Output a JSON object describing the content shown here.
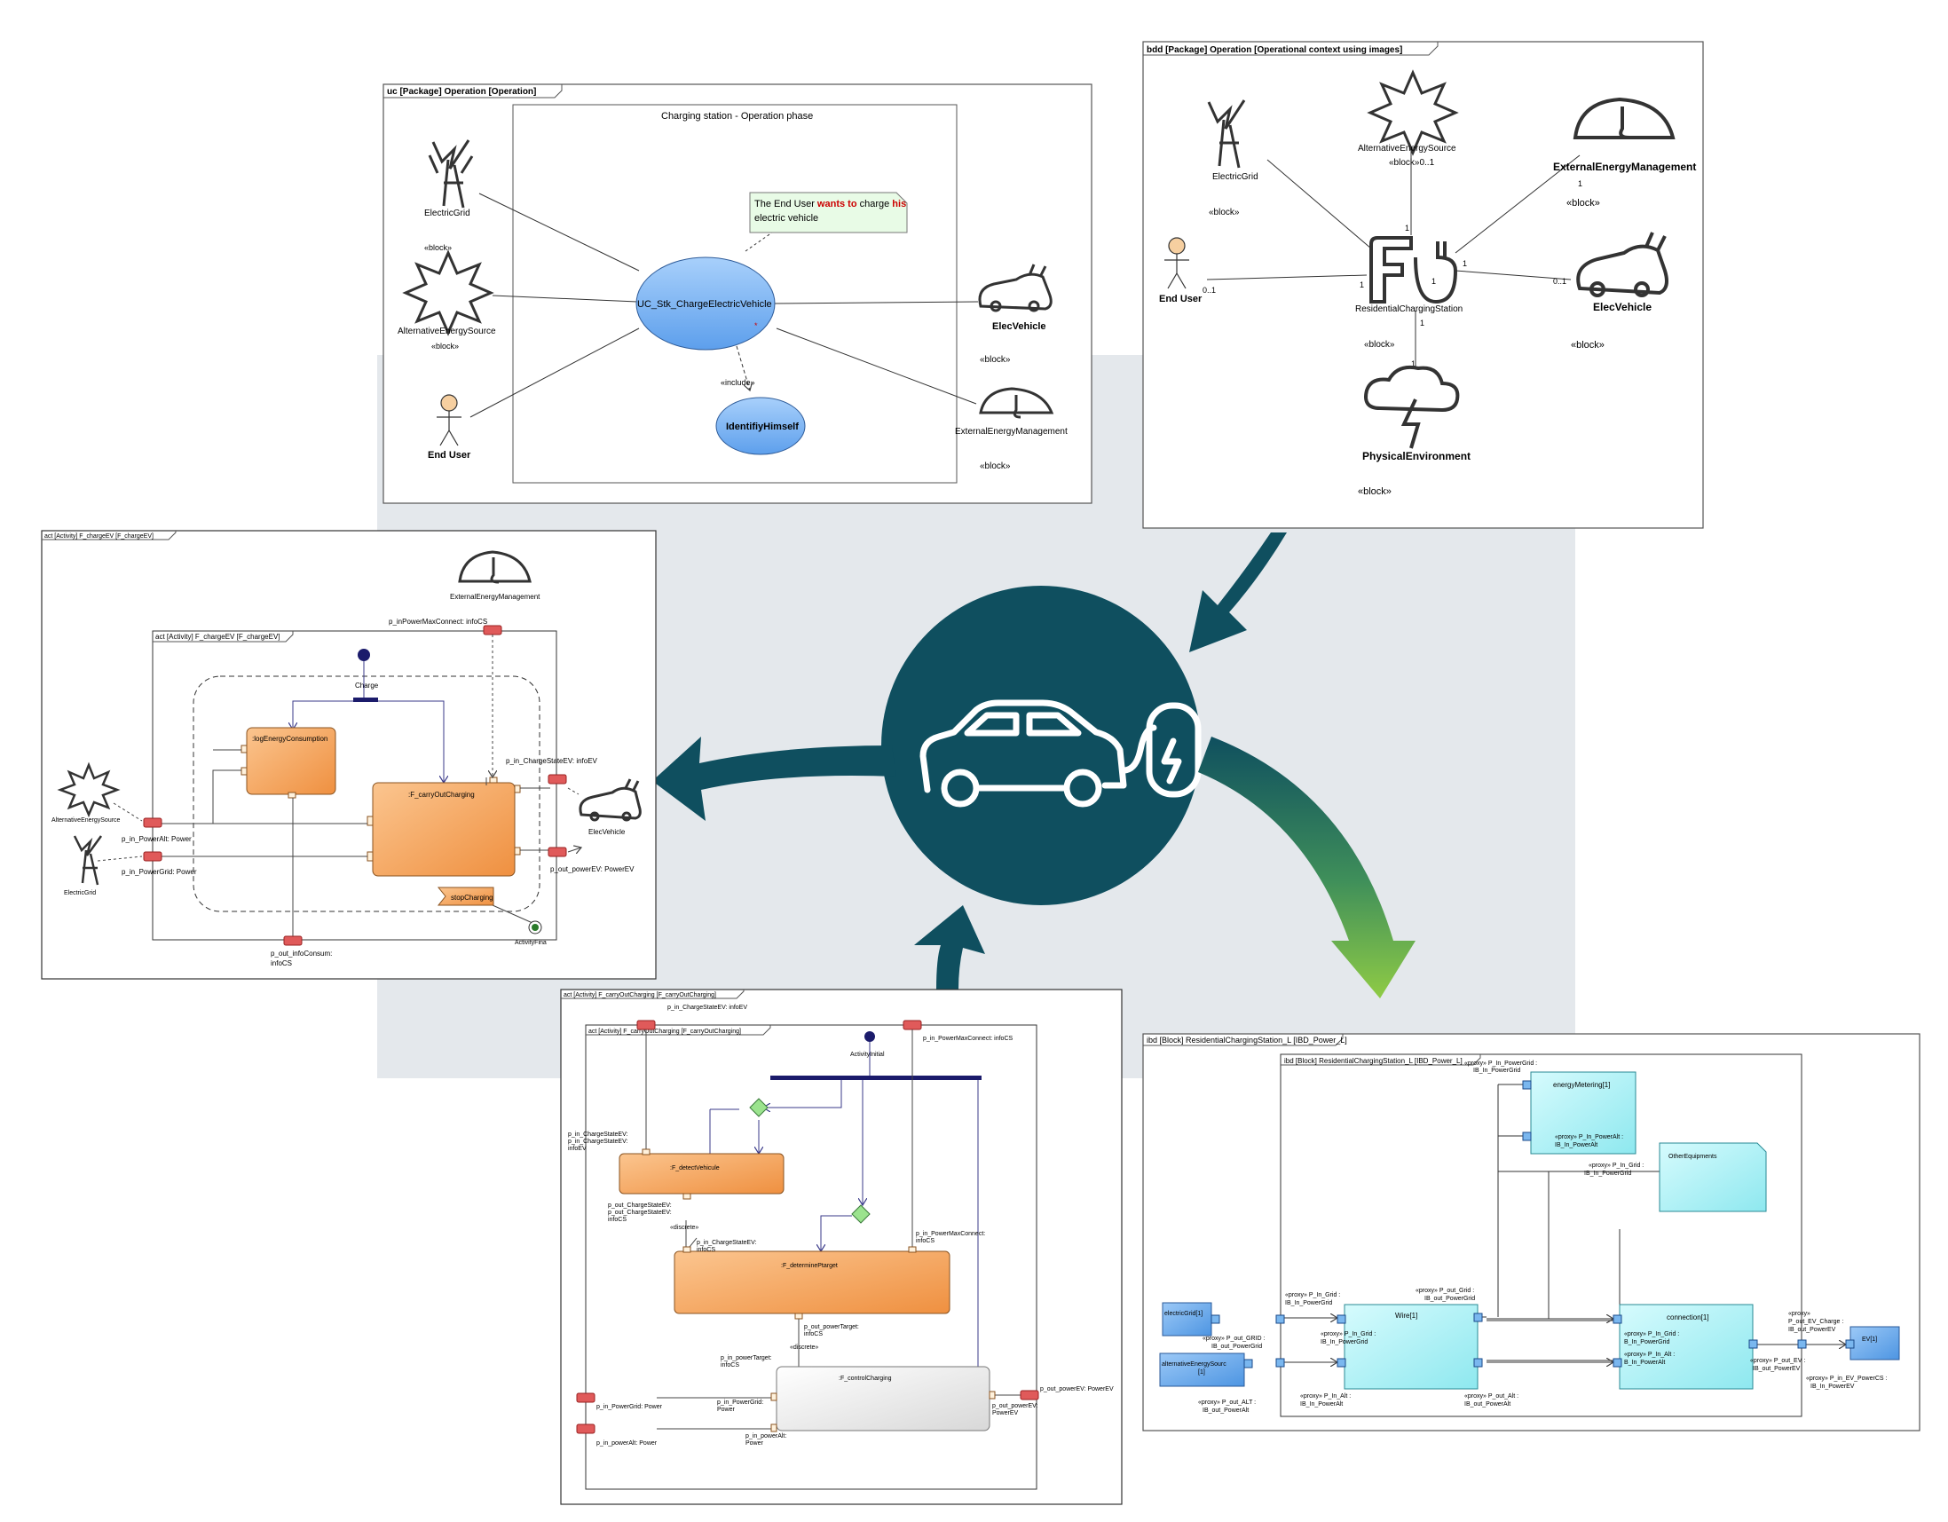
{
  "uc": {
    "frame": "uc [Package] Operation [Operation]",
    "boundary": "Charging station - Operation phase",
    "actors": {
      "grid": "ElectricGrid",
      "alt": "AlternativeEnergySource",
      "user": "End User",
      "ev": "ElecVehicle",
      "eem": "ExternalEnergyManagement"
    },
    "block": "«block»",
    "usecase_main": "UC_Stk_ChargeElectricVehicle",
    "usecase_sub": "IdentifiyHimself",
    "include": "«include»",
    "note": {
      "p1": "The End User ",
      "p2": "wants to",
      "p3": " charge ",
      "p4": "his",
      "p5": "electric vehicle"
    },
    "mark": "*"
  },
  "bdd": {
    "frame": "bdd [Package] Operation [Operational context using images]",
    "grid": "ElectricGrid",
    "alt": "AlternativeEnergySource",
    "eem": "ExternalEnergyManagement",
    "user": "End User",
    "station": "ResidentialChargingStation",
    "ev": "ElecVehicle",
    "env": "PhysicalEnvironment",
    "block": "«block»",
    "alt_block": "«block»0..1",
    "m1": "1",
    "m01": "0..1"
  },
  "act1": {
    "frame_outer": "act [Activity] F_chargeEV [F_chargeEV]",
    "frame_inner": "act [Activity] F_chargeEV [F_chargeEV]",
    "eem": "ExternalEnergyManagement",
    "p_maxconnect": "p_inPowerMaxConnect: infoCS",
    "charge": "Charge",
    "log": ":logEnergyConsumption",
    "carry": ":F_carryOutCharging",
    "p_state": "p_in_ChargeStateEV: infoEV",
    "ev": "ElecVehicle",
    "alt": "AlternativeEnergySource",
    "p_alt": "p_in_PowerAlt: Power",
    "grid": "ElectricGrid",
    "p_grid": "p_in_PowerGrid: Power",
    "p_out_ev": "p_out_powerEV: PowerEV",
    "stop": "stopCharging",
    "final": "ActivityFina",
    "p_consum1": "p_out_infoConsum:",
    "p_consum2": "infoCS"
  },
  "act2": {
    "frame_outer": "act [Activity] F_carryOutCharging [F_carryOutCharging]",
    "frame_inner": "act [Activity] F_carryOutCharging [F_carryOutCharging]",
    "p_state": "p_in_ChargeStateEV: infoEV",
    "p_max": "p_in_PowerMaxConnect: infoCS",
    "initial": "ActivityInitial",
    "pin_state": "p_in_ChargeStateEV:",
    "pin_state2": "p_in_ChargeStateEV:",
    "pin_state3": "infoEV",
    "detect": ":F_detectVehicule",
    "out_state1": "p_out_ChargeStateEV:",
    "out_state2": "p_out_ChargeStateEV:",
    "out_state3": "infoCS",
    "discrete": "«discrete»",
    "pin_state_det": "p_in_ChargeStateEV:",
    "pin_state_det2": "infoCS",
    "pin_max": "p_in_PowerMaxConnect:",
    "pin_max2": "infoCS",
    "determine": ":F_determinePtarget",
    "out_target": "p_out_powerTarget:",
    "out_target2": "infoCS",
    "in_target": "p_in_powerTarget:",
    "in_target2": "infoCS",
    "discrete2": "«discrete»",
    "control": ":F_controlCharging",
    "p_out_ev": "p_out_powerEV: PowerEV",
    "out_ev1": "p_out_powerEV:",
    "out_ev2": "PowerEV",
    "p_grid": "p_in_PowerGrid: Power",
    "in_grid1": "p_in_PowerGrid:",
    "in_grid2": "Power",
    "p_alt": "p_in_powerAlt: Power",
    "in_alt1": "p_in_powerAlt:",
    "in_alt2": "Power"
  },
  "ibd": {
    "frame_outer": "ibd [Block] ResidentialChargingStation_L [IBD_Power_L]",
    "frame_inner": "ibd [Block] ResidentialChargingStation_L [IBD_Power_L]",
    "metering": "energyMetering[1]",
    "other": "OtherEquipments",
    "wire": "Wire[1]",
    "connection": "connection[1]",
    "grid": "electricGrid[1]",
    "alt1": "alternativeEnergySourc",
    "alt2": "[1]",
    "ev": "EV[1]",
    "lbl_top1": "«proxy» P_In_PowerGrid :",
    "lbl_top2": "IB_In_PowerGrid",
    "lbl_met1": "«proxy» P_In_PowerAlt :",
    "lbl_met2": "IB_In_PowerAlt",
    "lbl_oth1": "«proxy» P_In_Grid :",
    "lbl_oth2": "IB_In_PowerGrid",
    "lbl_wg1": "«proxy» P_In_Grid :",
    "lbl_wg2": "IB_In_PowerGrid",
    "lbl_wo1": "«proxy» P_out_Grid :",
    "lbl_wo2": "IB_out_PowerGrid",
    "lbl_og1": "«proxy» P_out_GRID :",
    "lbl_og2": "IB_out_PowerGrid",
    "lbl_wig1": "«proxy» P_In_Grid :",
    "lbl_wig2": "IB_In_PowerGrid",
    "lbl_wa1": "«proxy» P_In_Alt :",
    "lbl_wa2": "IB_In_PowerAlt",
    "lbl_woa1": "«proxy» P_out_Alt :",
    "lbl_woa2": "IB_out_PowerAlt",
    "lbl_oa1": "«proxy» P_out_ALT :",
    "lbl_oa2": "IB_out_PowerAlt",
    "lbl_cg1": "«proxy» P_In_Grid :",
    "lbl_cg2": "B_In_PowerGrid",
    "lbl_ca1": "«proxy» P_In_Alt :",
    "lbl_ca2": "B_In_PowerAlt",
    "lbl_ce1": "«proxy» P_out_EV :",
    "lbl_ce2": "IB_out_PowerEV",
    "lbl_chg1": "«proxy»",
    "lbl_chg2": "P_out_EV_Charge :",
    "lbl_chg3": "IB_out_PowerEV",
    "lbl_evin1": "«proxy» P_in_EV_PowerCS :",
    "lbl_evin2": "IB_In_PowerEV"
  },
  "colors": {
    "teal": "#0f4f5f",
    "green": "#7fc241",
    "orange": "#f6a760",
    "cyan": "#a9f0f5",
    "blue": "#5fa5e8",
    "pin": "#e05a5a",
    "ucfill": "#7eb6f2"
  }
}
